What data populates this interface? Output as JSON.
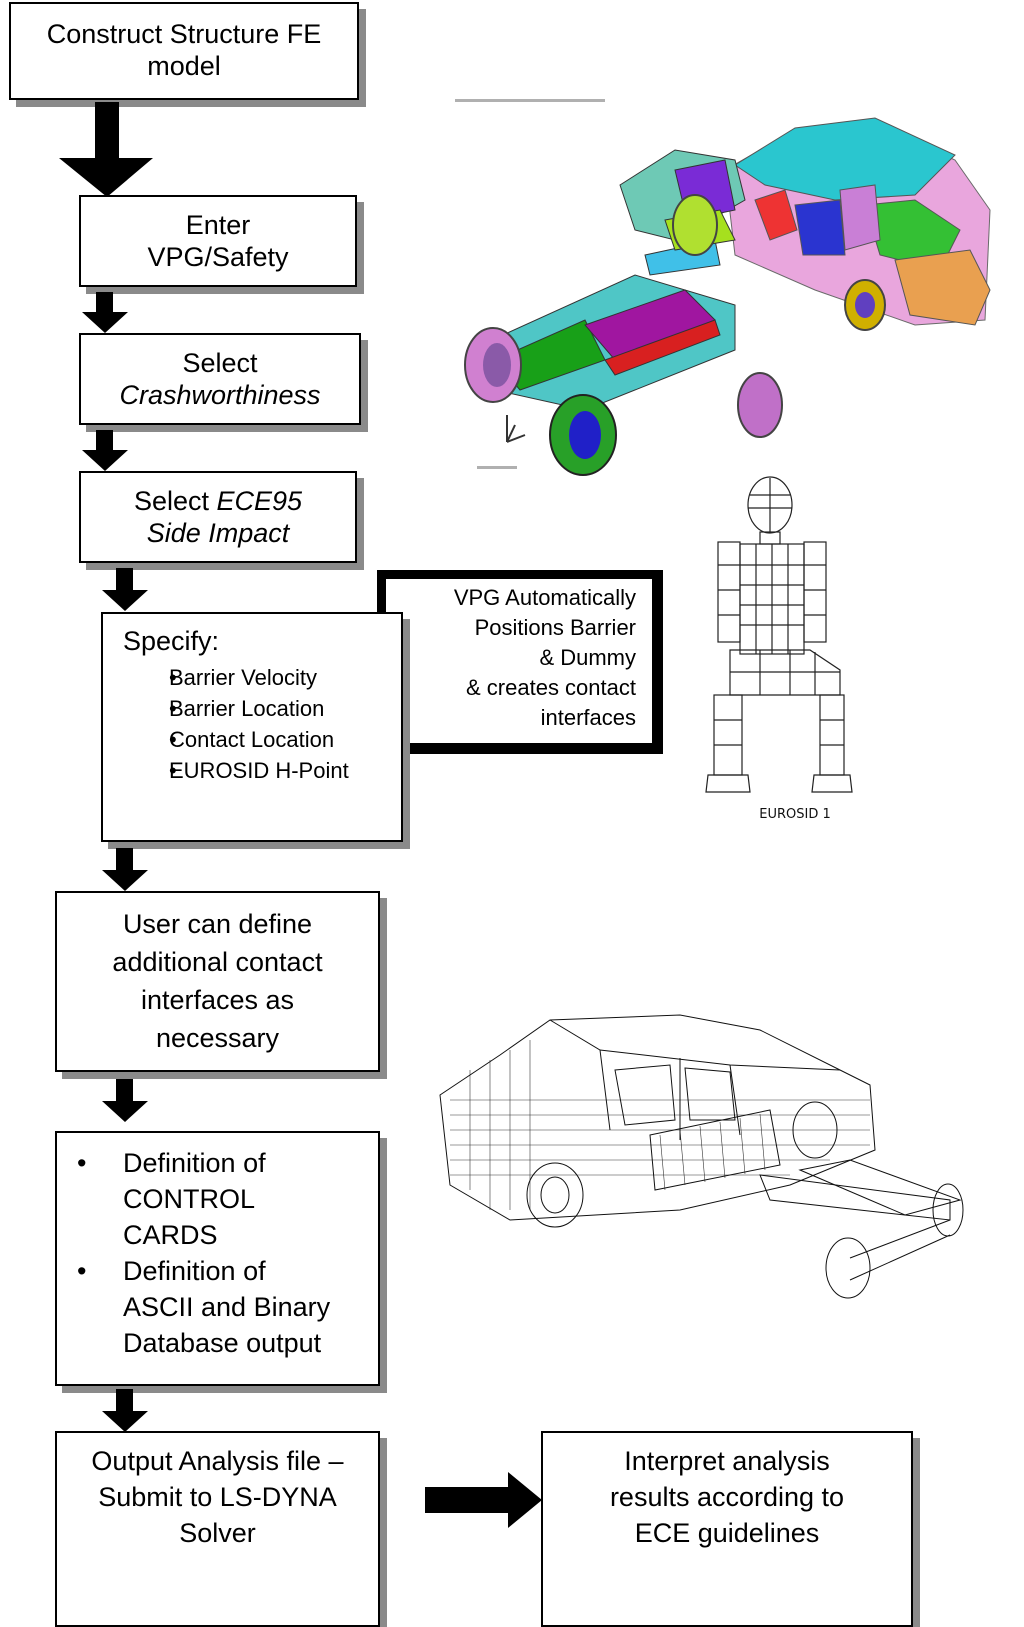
{
  "steps": {
    "construct": {
      "line1": "Construct Structure FE",
      "line2": "model"
    },
    "enter": {
      "line1": "Enter",
      "line2": "VPG/Safety"
    },
    "select_crash": {
      "line1": "Select",
      "line2": "Crashworthiness"
    },
    "select_ece": {
      "prefix": "Select ",
      "line1_italic": "ECE95",
      "line2": "Side Impact"
    },
    "specify": {
      "title": "Specify:",
      "items": [
        "Barrier Velocity",
        "Barrier Location",
        "Contact Location",
        "EUROSID H-Point"
      ]
    },
    "vpg_auto": {
      "lines": [
        "VPG Automatically",
        "Positions Barrier",
        "& Dummy",
        "& creates contact",
        "interfaces"
      ]
    },
    "user_define": {
      "lines": [
        "User can define",
        "additional contact",
        "interfaces as",
        "necessary"
      ]
    },
    "definitions": {
      "items": [
        [
          "Definition of",
          "CONTROL",
          "CARDS"
        ],
        [
          "Definition of",
          "ASCII and Binary",
          "Database output"
        ]
      ]
    },
    "output": {
      "lines": [
        "Output Analysis file –",
        "Submit to LS-DYNA",
        "Solver"
      ]
    },
    "interpret": {
      "lines": [
        "Interpret analysis",
        "results according to",
        "ECE guidelines"
      ]
    }
  },
  "images": {
    "dummy_caption": "EUROSID 1"
  },
  "colors": {
    "shadow": "#8a8a8a",
    "arrow": "#000000"
  }
}
